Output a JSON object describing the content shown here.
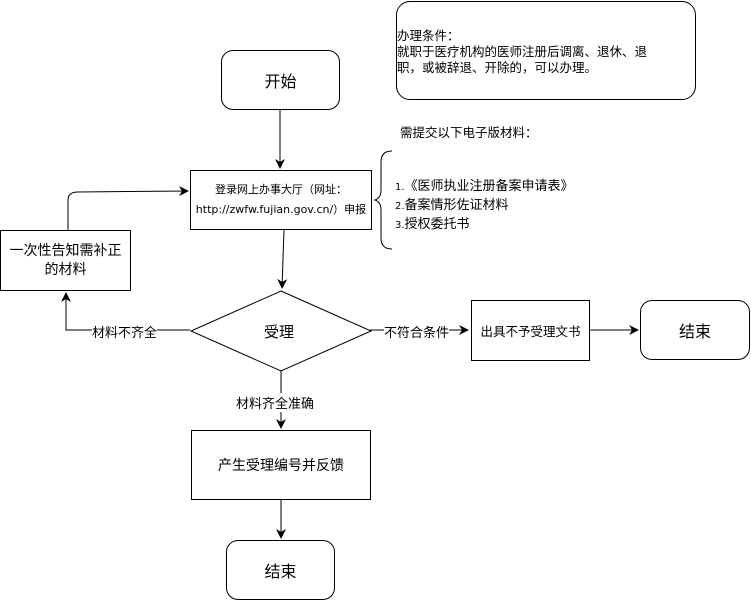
{
  "conditions": {
    "title": "办理条件：",
    "line1": "就职于医疗机构的医师注册后调离、退休、退",
    "line2": "职，或被辞退、开除的，可以办理。"
  },
  "materials": {
    "heading": "需提交以下电子版材料：",
    "items": [
      {
        "num": "1.",
        "text": "《医师执业注册备案申请表》"
      },
      {
        "num": "2.",
        "text": "备案情形佐证材料"
      },
      {
        "num": "3.",
        "text": "授权委托书"
      }
    ]
  },
  "nodes": {
    "start": "开始",
    "apply_line1": "登录网上办事大厅（网址：",
    "apply_line2": "http://zwfw.fujian.gov.cn/）申报",
    "accept": "受理",
    "notify_line1": "一次性告知需补正",
    "notify_line2": "的材料",
    "reject": "出具不予受理文书",
    "end_right": "结束",
    "feedback": "产生受理编号并反馈",
    "end_bottom": "结束"
  },
  "edges": {
    "incomplete": "材料不齐全",
    "not_eligible": "不符合条件",
    "complete": "材料齐全准确"
  }
}
